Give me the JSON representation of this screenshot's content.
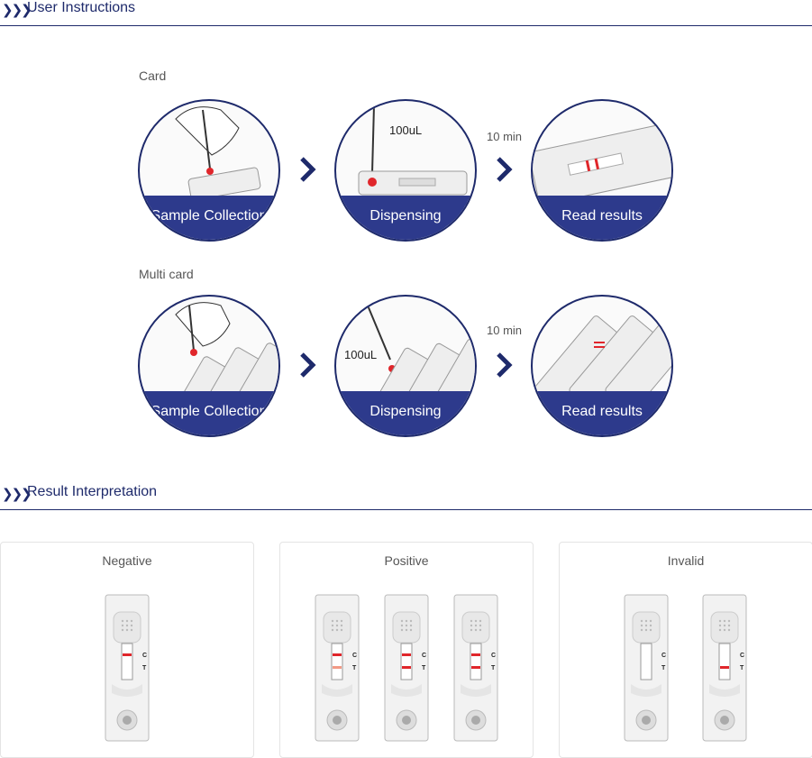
{
  "sections": {
    "instructions": "User Instructions",
    "interpretation": "Result Interpretation"
  },
  "rows": {
    "card": "Card",
    "multi": "Multi card"
  },
  "steps": {
    "sample": "Sample Collection",
    "dispensing": "Dispensing",
    "read": "Read results"
  },
  "volume": "100uL",
  "time": "10 min",
  "results": {
    "negative": "Negative",
    "positive": "Positive",
    "invalid": "Invalid"
  },
  "cassette_labels": {
    "c": "C",
    "t": "T"
  },
  "colors": {
    "navy": "#1e2a6b",
    "band": "#2d3a8c",
    "line_red": "#e0262b"
  }
}
